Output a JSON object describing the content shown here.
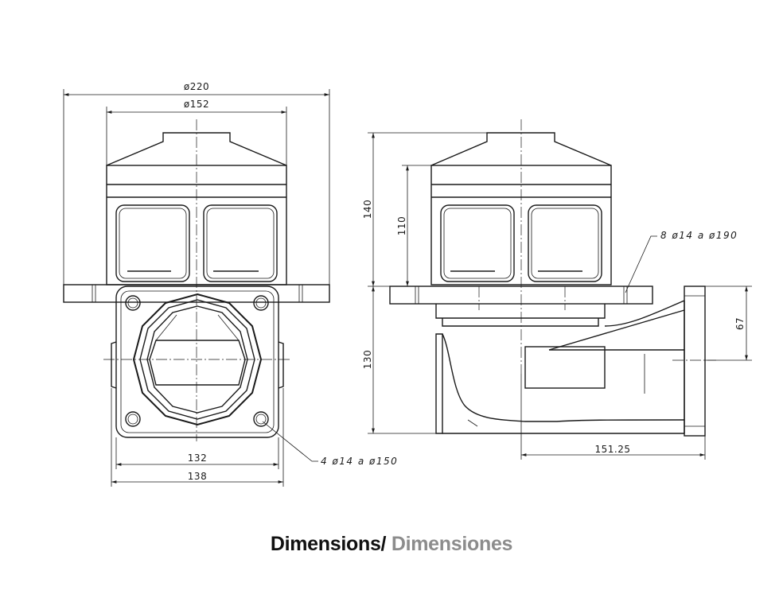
{
  "dimensions": {
    "d220": "ø220",
    "d152": "ø152",
    "w132": "132",
    "w138": "138",
    "h140": "140",
    "h110": "110",
    "h130": "130",
    "h67": "67",
    "l15125": "151.25"
  },
  "notes": {
    "holes_bottom": "4  ø14  a  ø150",
    "holes_top": "8  ø14  a  ø190"
  },
  "caption": {
    "part1": "Dimensions/",
    "part2": " Dimensiones"
  },
  "colors": {
    "line": "#1a1a1a",
    "caption_primary": "#111111",
    "caption_secondary": "#8c8c8c"
  }
}
